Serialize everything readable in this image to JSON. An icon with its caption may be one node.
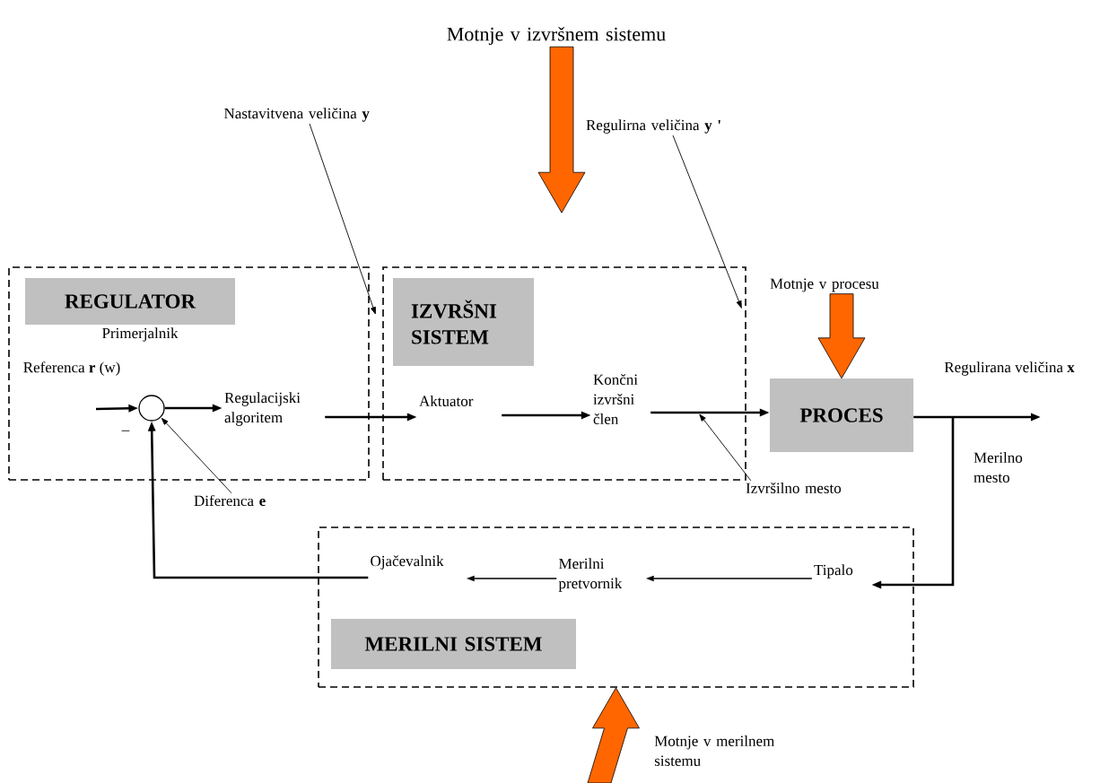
{
  "diagram": {
    "nodes": [
      {
        "text": [],
        "shape": "box"
      },
      {
        "text": [
          "REGULATOR"
        ],
        "in": 0
      },
      {
        "text": [],
        "shape": "circle",
        "in": 0
      },
      {
        "text": [
          "Regulacijski algoritem"
        ],
        "in": 0
      },
      {
        "text": [],
        "shape": "box"
      },
      {
        "text": [
          "IZVRŠNI SISTEM"
        ],
        "in": 4
      },
      {
        "text": [
          "Aktuator"
        ],
        "in": 4
      },
      {
        "text": [
          "Končni izvršni člen"
        ],
        "in": 4
      },
      {
        "text": [
          "PROCES"
        ]
      },
      {
        "text": [],
        "shape": "box"
      },
      {
        "text": [
          "MERILNI SISTEM"
        ],
        "in": 9
      },
      {
        "text": [
          "Tipalo"
        ],
        "in": 9
      },
      {
        "text": [
          "Merilni pretvornik"
        ],
        "in": 9
      },
      {
        "text": [
          "Ojačevalnik"
        ],
        "in": 9
      },
      {
        "text": [
          "Motnje v izvršnem sistemu"
        ]
      },
      {
        "text": [
          "Motnje v procesu"
        ]
      },
      {
        "text": [
          "Nastavitvena veličina **y**"
        ]
      },
      {
        "text": [
          "Regulirna veličina **y '**"
        ]
      },
      {
        "text": [
          "Izvršilno mesto"
        ]
      },
      {
        "text": [
          "Diferenca **e**"
        ]
      }
    ],
    "edges": [
      {
        "from": null,
        "to": 2,
        "arrow": "to"
      },
      {
        "from": 2,
        "to": 3,
        "arrow": "to"
      },
      {
        "from": 3,
        "to": 6,
        "arrow": "to"
      },
      {
        "from": 6,
        "to": 7,
        "arrow": "to"
      },
      {
        "from": 7,
        "to": 8,
        "arrow": "to"
      },
      {
        "from": 8,
        "to": null,
        "arrow": "to"
      },
      {
        "from": 8,
        "to": 11,
        "arrow": "to"
      },
      {
        "from": 11,
        "to": 12,
        "arrow": "to"
      },
      {
        "from": 12,
        "to": 13,
        "arrow": "to"
      },
      {
        "from": 13,
        "to": 2,
        "arrow": "to"
      },
      {
        "from": 14,
        "to": 4,
        "arrow": "to",
        "color": "#ff6600"
      },
      {
        "from": 15,
        "to": 8,
        "arrow": "to",
        "color": "#ff6600"
      },
      {
        "from": null,
        "to": 9,
        "arrow": "to",
        "color": "#ff6600",
        "label": "Motnje v  merilnem sistemu"
      },
      {
        "from": 16,
        "to": 0,
        "arrow": "to"
      },
      {
        "from": 17,
        "to": 4,
        "arrow": "to"
      },
      {
        "from": 18,
        "to": null,
        "arrow": "to"
      },
      {
        "from": 19,
        "to": 2,
        "arrow": "to"
      }
    ],
    "labels": [
      "Primerjalnik",
      "Referenca **r** (w)",
      "–",
      "Regulirana veličina **x**",
      "Merilno mesto"
    ]
  }
}
